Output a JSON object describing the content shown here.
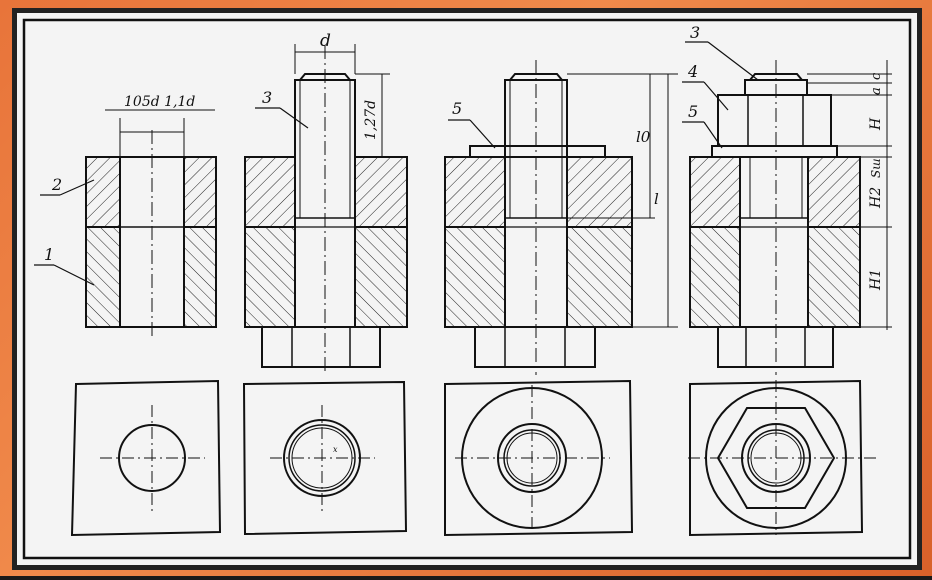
{
  "colors": {
    "frame_orange": "#e8743a",
    "frame_dark": "#1a1a1a",
    "paper": "#f4f4f4",
    "ink": "#111111"
  },
  "labels": {
    "dim_d": "d",
    "dim_hole": "105d  1,1d",
    "dim_127d": "1,27d",
    "part_1": "1",
    "part_2": "2",
    "part_3a": "3",
    "part_3b": "3",
    "part_4": "4",
    "part_5a": "5",
    "part_5b": "5",
    "dim_l0": "l0",
    "dim_l": "l",
    "dim_c": "c",
    "dim_a": "a",
    "dim_H": "H",
    "dim_Sw": "Sш",
    "dim_H2": "H2",
    "dim_H1": "H1",
    "mark_x": "x"
  }
}
